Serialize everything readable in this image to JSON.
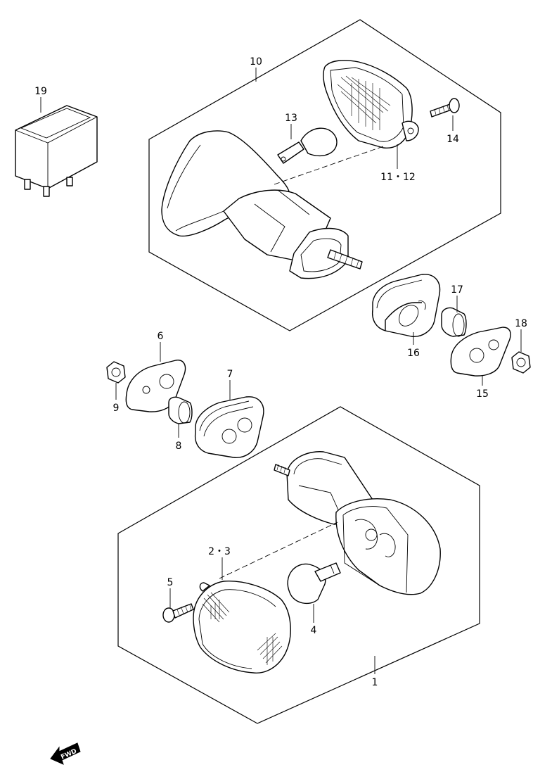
{
  "callouts": {
    "p1": "1",
    "p2_3": "2・3",
    "p4": "4",
    "p5": "5",
    "p6": "6",
    "p7": "7",
    "p8": "8",
    "p9": "9",
    "p10": "10",
    "p11_12": "11・12",
    "p13": "13",
    "p14": "14",
    "p15": "15",
    "p16": "16",
    "p17": "17",
    "p18": "18",
    "p19": "19"
  },
  "direction_badge": {
    "label": "FWD",
    "icon": "fwd-arrow-icon"
  },
  "colors": {
    "line": "#000000",
    "background": "#ffffff"
  }
}
